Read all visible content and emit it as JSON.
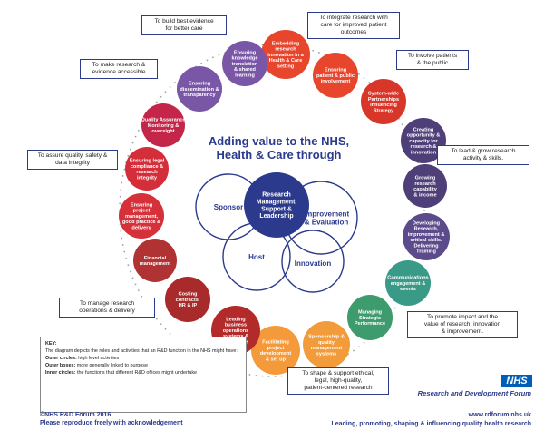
{
  "title": "Adding value to the NHS,\nHealth & Care through",
  "inner_circles": {
    "center": "Research\nManagement,\nSupport &\nLeadership",
    "sponsor": "Sponsor",
    "host": "Host",
    "innovation": "Innovation",
    "improvement": "Improvement\n& Evaluation"
  },
  "outer_circles": [
    {
      "label": "Embedding\nresearch\ninnovation in a\nHealth & Care\nsetting",
      "color": "#e8452d"
    },
    {
      "label": "Ensuring\npatient & public\ninvolvement",
      "color": "#e8452d"
    },
    {
      "label": "System-wide\nPartnerships\nInfluencing\nStrategy",
      "color": "#d9362a"
    },
    {
      "label": "Creating\nopportunity &\ncapacity for\nresearch &\ninnovation",
      "color": "#4e3f78"
    },
    {
      "label": "Growing\nresearch\ncapability\n& income",
      "color": "#4e3f78"
    },
    {
      "label": "Developing\nResearch,\nimprovement &\ncritical skills.\nDelivering\nTraining",
      "color": "#5b4b8a"
    },
    {
      "label": "Communications\nengagement &\nevents",
      "color": "#3a9a88"
    },
    {
      "label": "Managing\nStrategic\nPerformance",
      "color": "#3e9b6e"
    },
    {
      "label": "Sponsorship &\nquality\nmanagement\nsystems",
      "color": "#f29b3a"
    },
    {
      "label": "Facilitating\nproject\ndevelopment\n& set up",
      "color": "#f49a3b"
    },
    {
      "label": "Leading\nbusiness\noperations\nsystems &\nworkforce",
      "color": "#b32a2a"
    },
    {
      "label": "Costing\ncontracts,\nHR & IP",
      "color": "#a82a2a"
    },
    {
      "label": "Financial\nmanagement",
      "color": "#b03232"
    },
    {
      "label": "Ensuring\nproject\nmanagement,\ngood practice &\ndelivery",
      "color": "#d6313a"
    },
    {
      "label": "Ensuring legal\ncompliance &\nresearch\nintegrity",
      "color": "#d42e3b"
    },
    {
      "label": "Quality Assurance\nMonitoring &\noversight",
      "color": "#c4264a"
    },
    {
      "label": "Ensuring\ndissemination &\ntransparency",
      "color": "#7a57a6"
    },
    {
      "label": "Ensuring\nknowledge\ntranslation\n& shared\nlearning",
      "color": "#7a57a6"
    }
  ],
  "boxes": {
    "evidence": "To build best evidence\nfor better care",
    "integrate": "To integrate research with\ncare for improved patient\noutcomes",
    "involve": "To involve patients\n& the public",
    "accessible": "To make research &\nevidence accessible",
    "grow": "To lead & grow research\nactivity & skills.",
    "quality": "To assure quality, safety &\ndata integrity",
    "operations": "To manage research\noperations & delivery",
    "impact": "To promote impact and the\nvalue of research, innovation\n& improvement.",
    "ethical": "To shape & support ethical,\nlegal, high-quality,\npatient-centered research"
  },
  "key": {
    "heading": "KEY:",
    "intro": "The diagram depicts the roles and activities that an R&D function in the NHS might have:",
    "outer_circles_term": "Outer circles:",
    "outer_circles_desc": "high level activities",
    "outer_boxes_term": "Outer boxes:",
    "outer_boxes_desc": "more generally linked to purpose",
    "inner_circles_term": "Inner circles:",
    "inner_circles_desc": "the functions that different R&D offices might undertake"
  },
  "footer": {
    "copyright": "©NHS R&D Forum 2016\nPlease reproduce freely with acknowledgement",
    "nhs_logo": "NHS",
    "org_name": "Research and Development Forum",
    "website": "www.rdforum.nhs.uk",
    "tagline": "Leading, promoting, shaping & influencing quality health research"
  },
  "colors": {
    "navy": "#2b3a8c",
    "inner_outline": "#2b3a8c",
    "ring_dots": "#a0a0a0"
  }
}
